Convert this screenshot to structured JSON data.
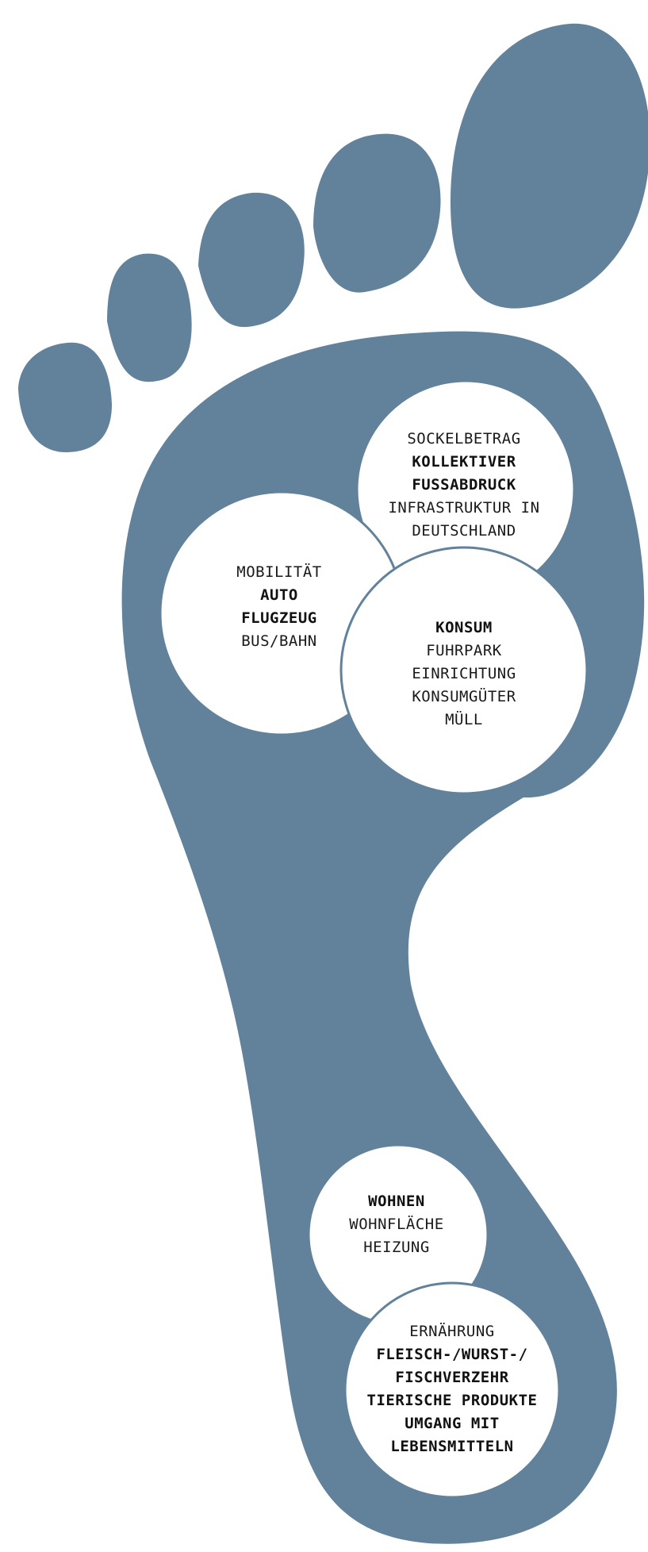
{
  "colors": {
    "foot": "#62829c",
    "circle_fill": "#ffffff",
    "circle_stroke": "#62829c",
    "text": "#1a1a1a"
  },
  "bubbles": {
    "sockel": {
      "lines": [
        {
          "text": "SOCKELBETRAG",
          "bold": false
        },
        {
          "text": "KOLLEKTIVER",
          "bold": true
        },
        {
          "text": "FUSSABDRUCK",
          "bold": true
        },
        {
          "text": "INFRASTRUKTUR IN",
          "bold": false
        },
        {
          "text": "DEUTSCHLAND",
          "bold": false
        }
      ]
    },
    "mobilitaet": {
      "lines": [
        {
          "text": "MOBILITÄT",
          "bold": false
        },
        {
          "text": "AUTO",
          "bold": true
        },
        {
          "text": "FLUGZEUG",
          "bold": true
        },
        {
          "text": "BUS/BAHN",
          "bold": false
        }
      ]
    },
    "konsum": {
      "lines": [
        {
          "text": "KONSUM",
          "bold": true
        },
        {
          "text": "FUHRPARK",
          "bold": false
        },
        {
          "text": "EINRICHTUNG",
          "bold": false
        },
        {
          "text": "KONSUMGÜTER",
          "bold": false
        },
        {
          "text": "MÜLL",
          "bold": false
        }
      ]
    },
    "wohnen": {
      "lines": [
        {
          "text": "WOHNEN",
          "bold": true
        },
        {
          "text": "WOHNFLÄCHE",
          "bold": false
        },
        {
          "text": "HEIZUNG",
          "bold": false
        }
      ]
    },
    "ernaehrung": {
      "lines": [
        {
          "text": "ERNÄHRUNG",
          "bold": false
        },
        {
          "text": "FLEISCH-/WURST-/",
          "bold": true
        },
        {
          "text": "FISCHVERZEHR",
          "bold": true
        },
        {
          "text": "TIERISCHE PRODUKTE",
          "bold": true
        },
        {
          "text": "UMGANG MIT",
          "bold": true
        },
        {
          "text": "LEBENSMITTELN",
          "bold": true
        }
      ]
    }
  }
}
